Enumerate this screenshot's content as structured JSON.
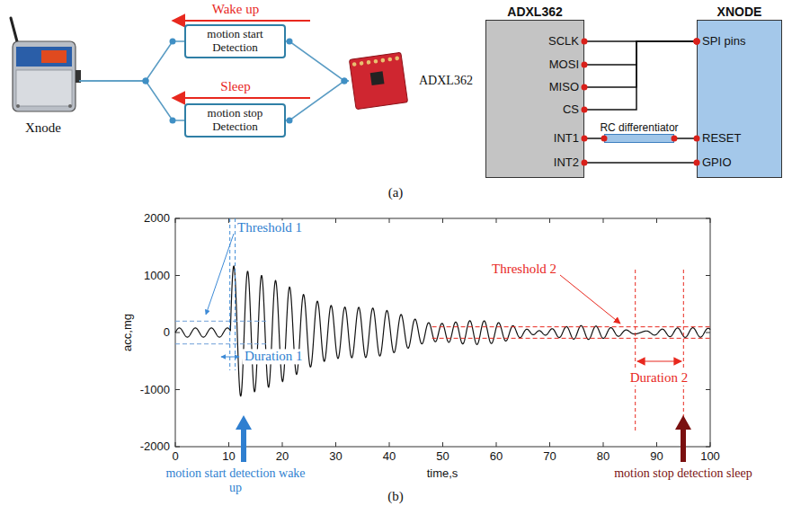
{
  "diagram": {
    "nodes": [
      {
        "text": [
          "Xnode"
        ]
      },
      {
        "text": [
          "motion start Detection"
        ]
      },
      {
        "text": [
          "motion stop Detection"
        ]
      },
      {
        "text": [
          "ADXL362"
        ]
      },
      {
        "text": [
          "ADXL362"
        ]
      },
      {
        "text": [
          "RC differentiator"
        ]
      },
      {
        "text": [
          "XNODE"
        ]
      }
    ],
    "edges": [
      {
        "from": 0,
        "to": 1,
        "arrow": "none"
      },
      {
        "from": 0,
        "to": 2,
        "arrow": "none"
      },
      {
        "from": 1,
        "to": 3,
        "arrow": "none"
      },
      {
        "from": 2,
        "to": 3,
        "arrow": "none"
      },
      {
        "from": 4,
        "to": 6,
        "arrow": "none"
      },
      {
        "from": 4,
        "to": 6,
        "arrow": "none"
      },
      {
        "from": 4,
        "to": 6,
        "arrow": "none"
      },
      {
        "from": 4,
        "to": 6,
        "arrow": "none"
      },
      {
        "from": 4,
        "to": 5,
        "arrow": "none"
      },
      {
        "from": 5,
        "to": 6,
        "arrow": "none"
      },
      {
        "from": 4,
        "to": 6,
        "arrow": "none"
      }
    ],
    "labels": [
      "Wake up",
      "Sleep",
      "SCLK",
      "MOSI",
      "MISO",
      "CS",
      "INT1",
      "INT2",
      "SPI pins",
      "RESET",
      "GPIO",
      "(a)",
      "2000",
      "1000",
      "0",
      "-1000",
      "-2000",
      "0",
      "10",
      "20",
      "30",
      "40",
      "50",
      "60",
      "70",
      "80",
      "90",
      "100",
      "acc,mg",
      "time,s",
      "Threshold 1",
      "Duration 1",
      "motion start detection wake up",
      "Threshold 2",
      "Duration 2",
      "motion stop detection sleep",
      "(b)"
    ]
  }
}
